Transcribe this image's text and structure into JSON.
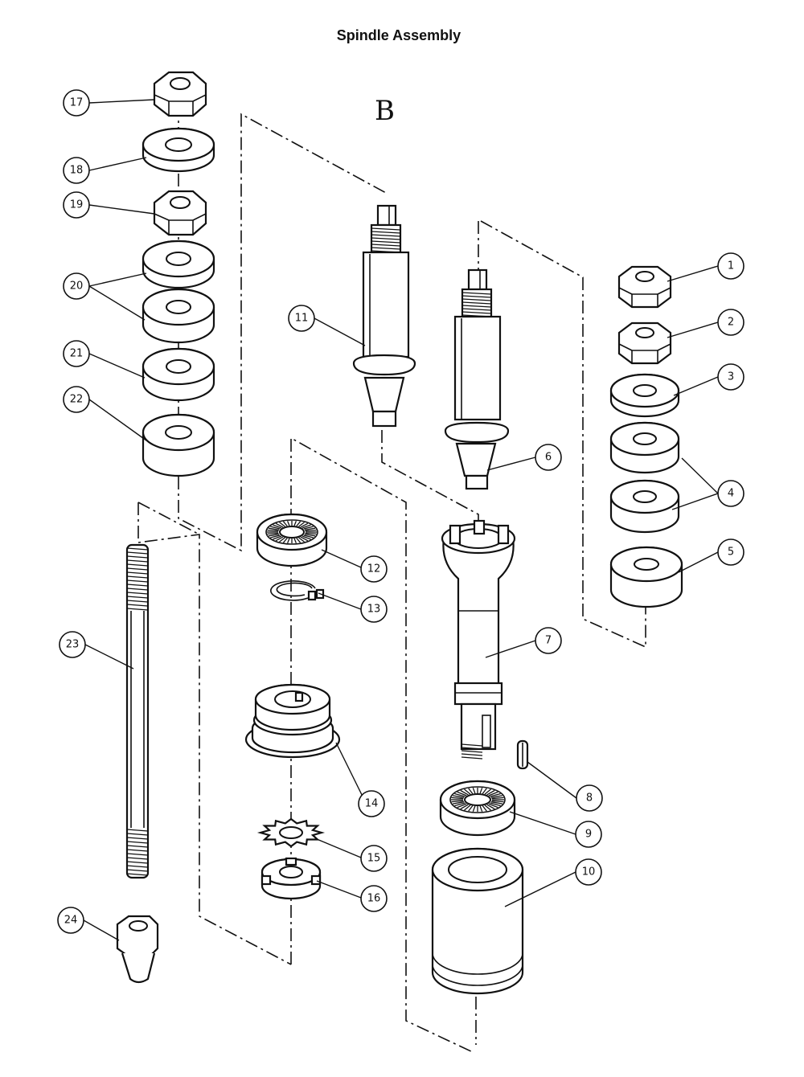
{
  "title": "Spindle Assembly",
  "section": "B",
  "callouts": [
    "1",
    "2",
    "3",
    "4",
    "5",
    "6",
    "7",
    "8",
    "9",
    "10",
    "11",
    "12",
    "13",
    "14",
    "15",
    "16",
    "17",
    "18",
    "19",
    "20",
    "21",
    "22",
    "23",
    "24"
  ]
}
